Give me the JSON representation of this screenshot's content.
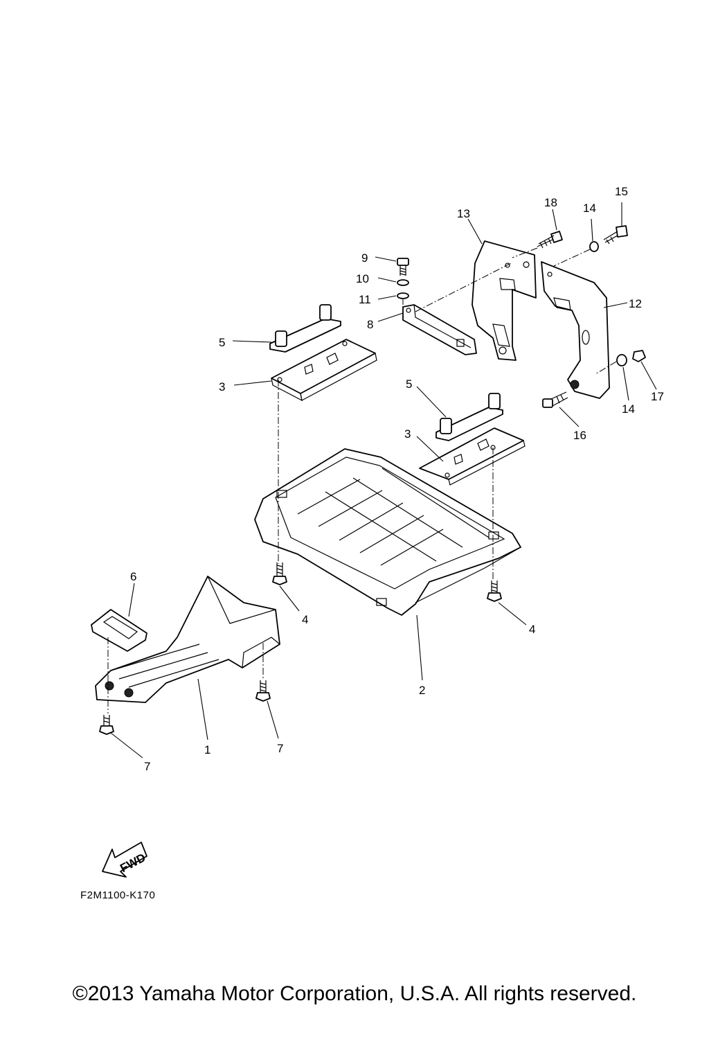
{
  "callouts": [
    "1",
    "2",
    "3",
    "3",
    "4",
    "4",
    "5",
    "5",
    "6",
    "7",
    "7",
    "8",
    "9",
    "10",
    "11",
    "12",
    "13",
    "14",
    "14",
    "15",
    "16",
    "17",
    "18"
  ],
  "fwd_label": "FWD",
  "diagram_code": "F2M1100-K170",
  "copyright": "©2013 Yamaha Motor Corporation, U.S.A. All rights reserved."
}
